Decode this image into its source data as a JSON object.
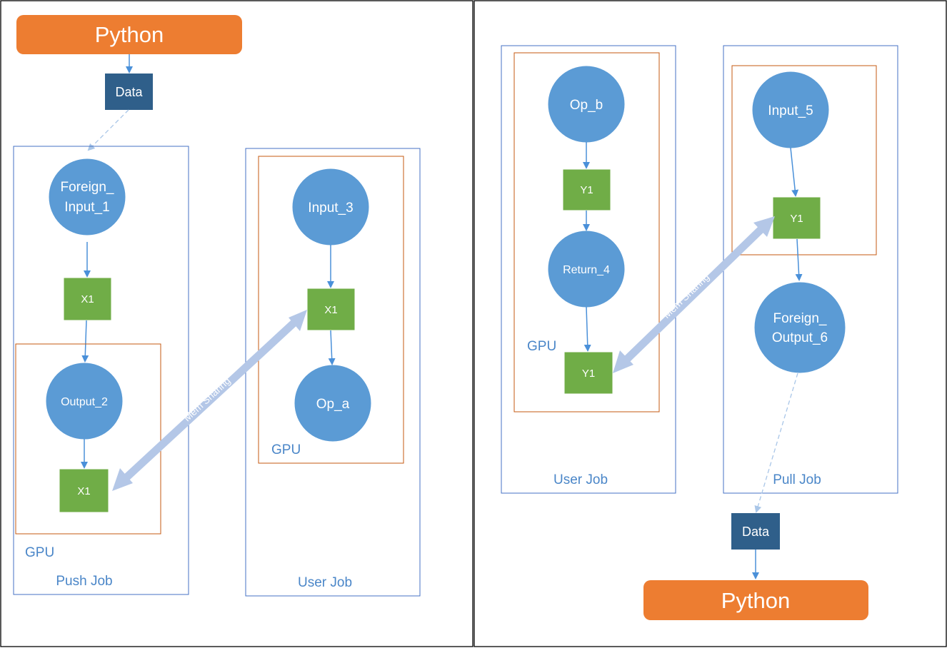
{
  "colors": {
    "python": "#ed7d31",
    "data_box": "#2f5f8a",
    "op_node": "#5b9bd5",
    "tensor": "#70ad47",
    "job_border": "#4472c4",
    "gpu_border": "#c55a11",
    "mem_sharing": "#b4c7e7"
  },
  "left_panel": {
    "python_label": "Python",
    "data_label": "Data",
    "push_job": {
      "title": "Push Job",
      "gpu_label": "GPU",
      "foreign_input_line1": "Foreign_",
      "foreign_input_line2": "Input_1",
      "tensor_top": "X1",
      "output_node": "Output_2",
      "tensor_bottom": "X1"
    },
    "user_job": {
      "title": "User Job",
      "gpu_label": "GPU",
      "input_node": "Input_3",
      "tensor": "X1",
      "op_node": "Op_a"
    },
    "mem_sharing_label": "Mem Sharing"
  },
  "right_panel": {
    "user_job": {
      "title": "User Job",
      "gpu_label": "GPU",
      "op_node": "Op_b",
      "tensor_top": "Y1",
      "return_node": "Return_4",
      "tensor_bottom": "Y1"
    },
    "pull_job": {
      "title": "Pull Job",
      "input_node": "Input_5",
      "tensor": "Y1",
      "foreign_output_line1": "Foreign_",
      "foreign_output_line2": "Output_6"
    },
    "mem_sharing_label": "Mem Sharing",
    "data_label": "Data",
    "python_label": "Python"
  }
}
